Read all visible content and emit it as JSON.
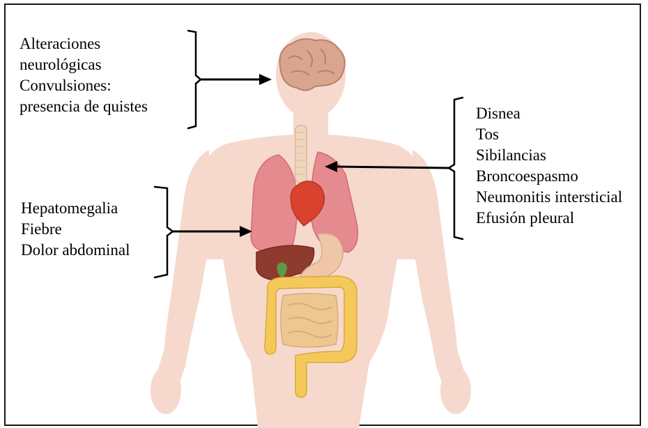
{
  "figure": {
    "brain_group": {
      "lines": [
        "Alteraciones",
        "neurológicas",
        "Convulsiones:",
        "presencia de quistes"
      ]
    },
    "liver_group": {
      "lines": [
        "Hepatomegalia",
        "Fiebre",
        "Dolor abdominal"
      ]
    },
    "lung_group": {
      "lines": [
        "Disnea",
        "Tos",
        "Sibilancias",
        "Broncoespasmo",
        "Neumonitis intersticial",
        "Efusión pleural"
      ]
    },
    "colors": {
      "body": "#f6d9cc",
      "brain": "#d9a58f",
      "lungs": "#e58a8f",
      "heart": "#d9422e",
      "liver": "#8e3a2e",
      "stomach": "#efc7a6",
      "intestine": "#ecc78f",
      "colon": "#f4c95a",
      "arrow": "#000000"
    }
  }
}
